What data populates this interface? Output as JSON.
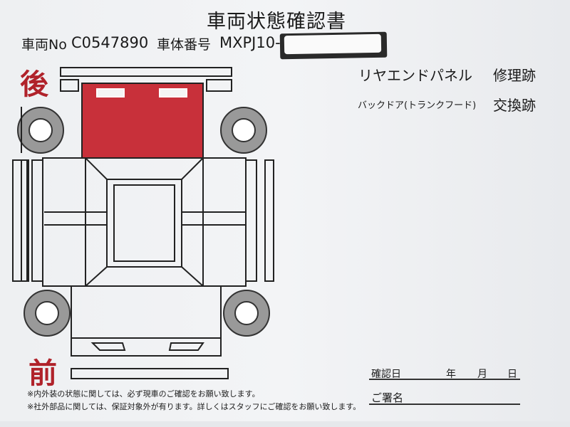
{
  "title": "車両状態確認書",
  "header": {
    "vehicle_no_label": "車両No",
    "vehicle_no": "C0547890",
    "chassis_label": "車体番号",
    "chassis_no": "MXPJ10-"
  },
  "diagram": {
    "rear_label": "後",
    "front_label": "前",
    "damaged_color": "#c8303a"
  },
  "findings": [
    {
      "part": "リヤエンドパネル",
      "status": "修理跡"
    },
    {
      "part": "バックドア(トランクフード)",
      "status": "交換跡"
    }
  ],
  "notes": [
    "※内外装の状態に関しては、必ず現車のご確認をお願い致します。",
    "※社外部品に関しては、保証対象外が有ります。詳しくはスタッフにご確認をお願い致します。"
  ],
  "confirm": {
    "date_label": "確認日",
    "year": "年",
    "month": "月",
    "day": "日",
    "signature_label": "ご署名"
  }
}
